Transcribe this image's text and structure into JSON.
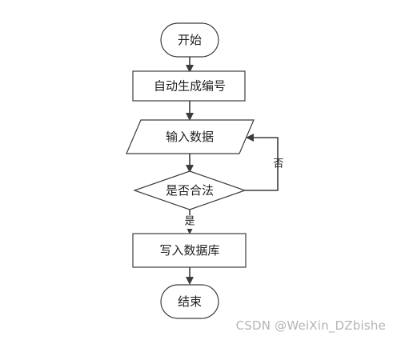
{
  "nodes": {
    "start": "开始",
    "auto_number": "自动生成编号",
    "input_data": "输入数据",
    "check_valid": "是否合法",
    "write_db": "写入数据库",
    "end": "结束"
  },
  "edges": {
    "no_label": "否",
    "yes_label": "是"
  },
  "watermark": "CSDN @WeiXin_DZbishe",
  "colors": {
    "stroke": "#3c3c3c",
    "fill": "#ffffff",
    "text": "#222222",
    "watermark": "#b4b4b4"
  }
}
